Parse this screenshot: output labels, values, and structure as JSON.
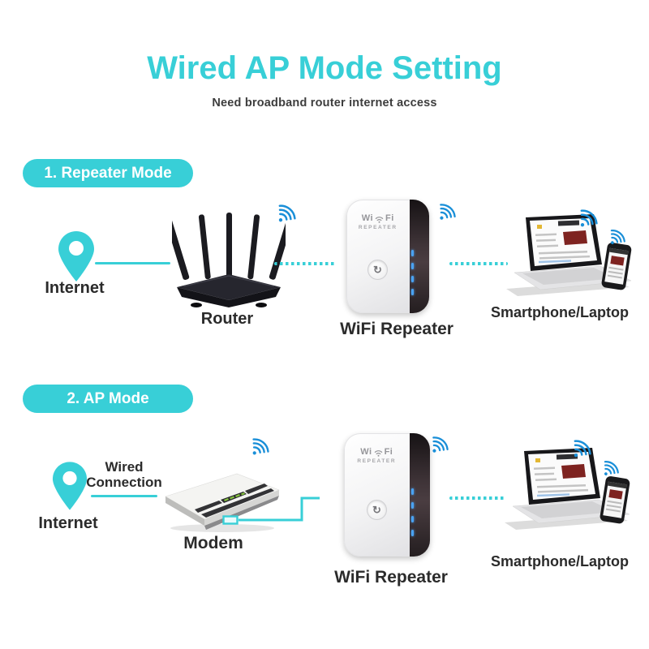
{
  "header": {
    "title": "Wired AP Mode Setting",
    "subtitle": "Need broadband router internet access"
  },
  "section1": {
    "badge": "1. Repeater Mode",
    "internet_label": "Internet",
    "router_label": "Router",
    "repeater_label": "WiFi Repeater",
    "client_label": "Smartphone/Laptop"
  },
  "section2": {
    "badge": "2. AP Mode",
    "internet_label": "Internet",
    "wired_connection_line1": "Wired",
    "wired_connection_line2": "Connection",
    "modem_label": "Modem",
    "repeater_label": "WiFi Repeater",
    "client_label": "Smartphone/Laptop"
  },
  "repeater_device": {
    "brand_prefix": "Wi",
    "brand_suffix": "Fi",
    "brand_sub": "REPEATER",
    "wps_glyph": "↻"
  },
  "icons": {
    "internet": "map-pin-icon",
    "wireless": "wifi-signal-icon"
  },
  "colors": {
    "teal": "#38cfd7",
    "wifi_blue": "#1a8fd8",
    "label_text": "#2b2b2b"
  }
}
